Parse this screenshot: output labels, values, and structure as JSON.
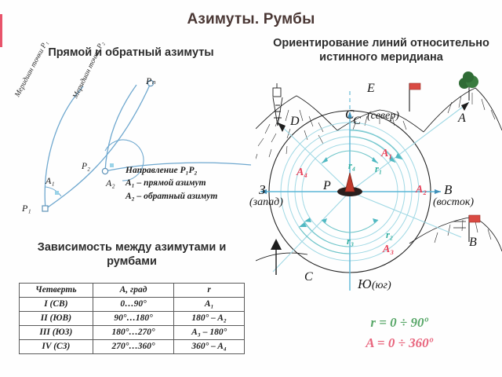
{
  "slide": {
    "title": "Азимуты. Румбы",
    "accent_bar_color": "#e8546b",
    "title_color": "#4a3734",
    "background": "#ffffff"
  },
  "sections": {
    "left_heading": "Прямой и обратный азимуты",
    "right_heading": "Ориентирование линий относительно истинного меридиана",
    "table_heading": "Зависимость между азимутами и румбами"
  },
  "left_figure": {
    "meridian_label_1": "Меридиан точки P₁",
    "meridian_label_2": "Меридиан точки P₂",
    "point_p1": "P₁",
    "point_p2": "P₂",
    "point_pn": "Pₙ",
    "angle_a1": "A₁",
    "angle_a2": "A₂",
    "legend_line1": "Направление P₁P₂",
    "legend_line2": "A₁ – прямой азимут",
    "legend_line3": "A₂ – обратный азимут",
    "curve_color": "#6fa8cf"
  },
  "table": {
    "headers": [
      "Четверть",
      "A, град",
      "r"
    ],
    "rows": [
      [
        "I (СВ)",
        "0…90°",
        "A₁"
      ],
      [
        "II (ЮВ)",
        "90°…180°",
        "180° – A₂"
      ],
      [
        "III (ЮЗ)",
        "180°…270°",
        "A₃ – 180°"
      ],
      [
        "IV (СЗ)",
        "270°…360°",
        "360° – A₄"
      ]
    ]
  },
  "compass": {
    "center_point": "P",
    "directions": {
      "north": "С",
      "north_paren": "(север)",
      "south": "Ю",
      "south_paren": "(юг)",
      "east": "В",
      "east_paren": "(восток)",
      "west": "З",
      "west_paren": "(запад)"
    },
    "azimuths": [
      "A₁",
      "A₂",
      "A₃",
      "A₄"
    ],
    "bearings": [
      "r₁",
      "r₂",
      "r₃",
      "r₄"
    ],
    "azimuth_color": "#e8425a",
    "bearing_color": "#2fae9e",
    "landmarks": [
      {
        "label": "A",
        "icon": "tree-icon"
      },
      {
        "label": "B",
        "icon": "flag-icon"
      },
      {
        "label": "C",
        "icon": "signpost-icon"
      },
      {
        "label": "D",
        "icon": "tower-icon"
      },
      {
        "label": "E",
        "icon": "flag-icon"
      }
    ]
  },
  "formulas": {
    "bearing_range": "r = 0 ÷ 90º",
    "azimuth_range": "A = 0 ÷ 360º",
    "bearing_color": "#5aa86a",
    "azimuth_color": "#e8657d"
  }
}
